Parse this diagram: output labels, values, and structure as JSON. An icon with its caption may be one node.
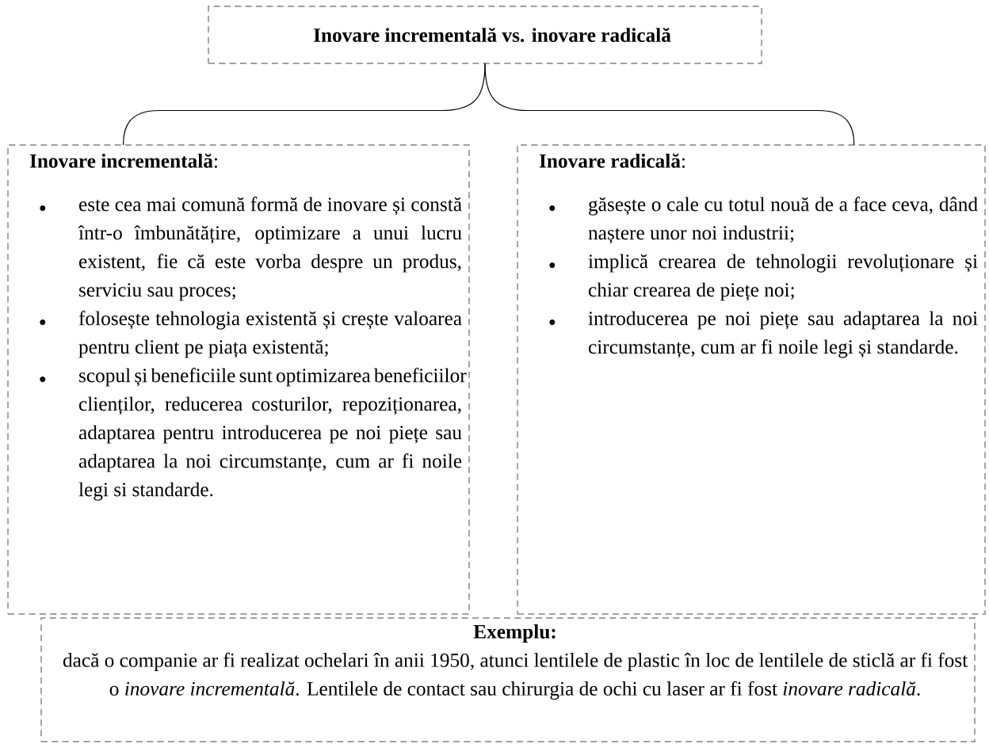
{
  "diagram": {
    "nodes": [
      {
        "text": [
          "Inovare incrementală vs. inovare radicală"
        ]
      },
      {
        "text": [
          "**Inovare incrementală**:",
          "este cea mai comună formă de inovare și constă într-o îmbunătățire, optimizare a unui lucru existent, fie că este vorba despre un produs, serviciu sau proces;",
          "folosește tehnologia existentă și crește valoarea pentru client pe piața existentă;",
          "scopul și beneficiile sunt optimizarea beneficiilor clienților, reducerea costurilor, repoziționarea, adaptarea pentru introducerea pe noi piețe sau adaptarea la noi circumstanțe, cum ar fi noile legi si standarde."
        ]
      },
      {
        "text": [
          "**Inovare radicală**:",
          "găsește o cale cu totul nouă de a face ceva, dând naștere unor noi industrii;",
          "implică crearea de tehnologii revoluționare și chiar crearea de piețe noi;",
          "introducerea pe noi piețe sau adaptarea la noi circumstanțe, cum ar fi noile legi și standarde."
        ]
      },
      {
        "text": [
          "Exemplu:",
          "dacă o companie ar fi realizat ochelari în anii 1950, atunci lentilele de plastic în loc de lentilele de sticlă ar fi fost o *inovare incrementală*. Lentilele de contact sau chirurgia de ochi cu laser ar fi fost *inovare radicală*."
        ]
      }
    ],
    "edges": [
      {
        "from": 0,
        "to": 1,
        "arrow": "none"
      },
      {
        "from": 0,
        "to": 2,
        "arrow": "none"
      }
    ]
  }
}
